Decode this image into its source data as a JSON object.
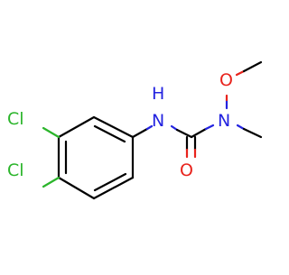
{
  "molecule": {
    "atoms": {
      "cl_upper": {
        "label": "Cl",
        "color": "#2bb52b"
      },
      "cl_lower": {
        "label": "Cl",
        "color": "#2bb52b"
      },
      "nh": {
        "label": "H",
        "color": "#2323e0"
      },
      "n_amide": {
        "label": "N",
        "color": "#2323e0"
      },
      "n_methoxy": {
        "label": "N",
        "color": "#2323e0"
      },
      "o_methoxy": {
        "label": "O",
        "color": "#e8231c"
      },
      "o_carbonyl": {
        "label": "O",
        "color": "#e8231c"
      }
    },
    "bond_color": "#000000"
  }
}
